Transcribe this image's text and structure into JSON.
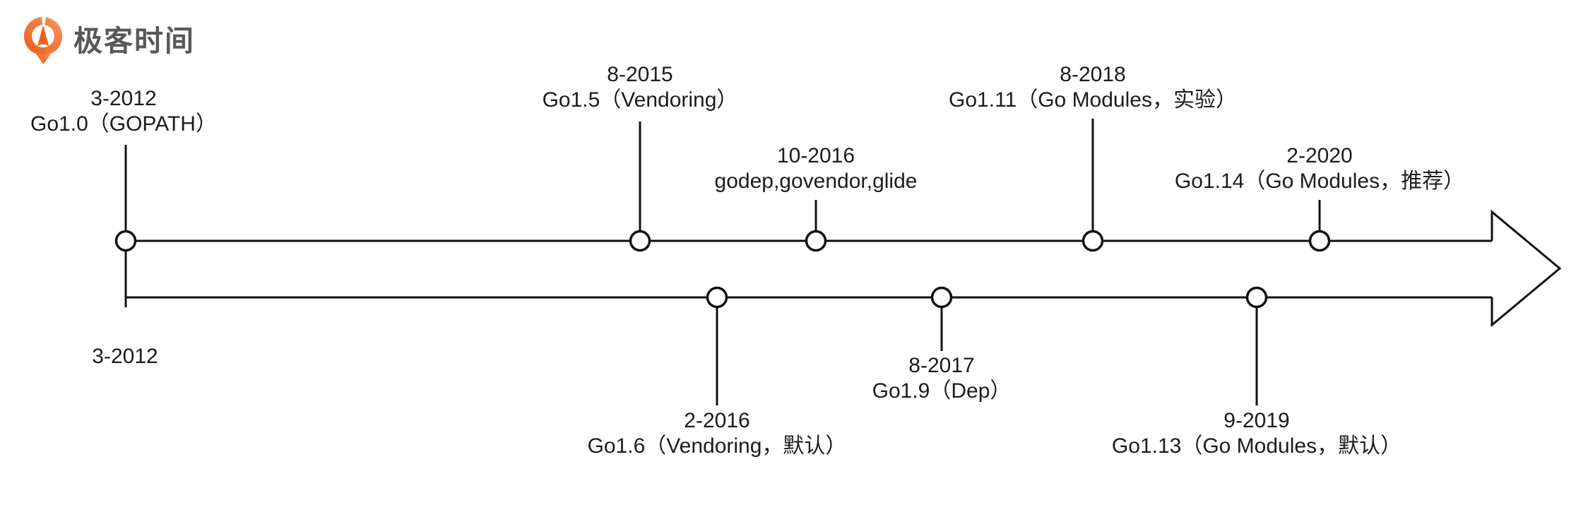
{
  "logo": {
    "text": "极客时间",
    "brand_color": "#EC6118",
    "text_color": "#595757"
  },
  "timeline": {
    "type": "timeline",
    "line_color": "#111111",
    "node_fill": "#ffffff",
    "direction": "left-to-right",
    "top_events": [
      {
        "date": "3-2012",
        "label": "Go1.0（GOPATH）"
      },
      {
        "date": "8-2015",
        "label": "Go1.5（Vendoring）"
      },
      {
        "date": "10-2016",
        "label": "godep,govendor,glide"
      },
      {
        "date": "8-2018",
        "label": "Go1.11（Go Modules，实验）"
      },
      {
        "date": "2-2020",
        "label": "Go1.14（Go Modules，推荐）"
      }
    ],
    "bottom_events": [
      {
        "date": "3-2012",
        "label": ""
      },
      {
        "date": "2-2016",
        "label": "Go1.6（Vendoring，默认）"
      },
      {
        "date": "8-2017",
        "label": "Go1.9（Dep）"
      },
      {
        "date": "9-2019",
        "label": "Go1.13（Go Modules，默认）"
      }
    ]
  }
}
